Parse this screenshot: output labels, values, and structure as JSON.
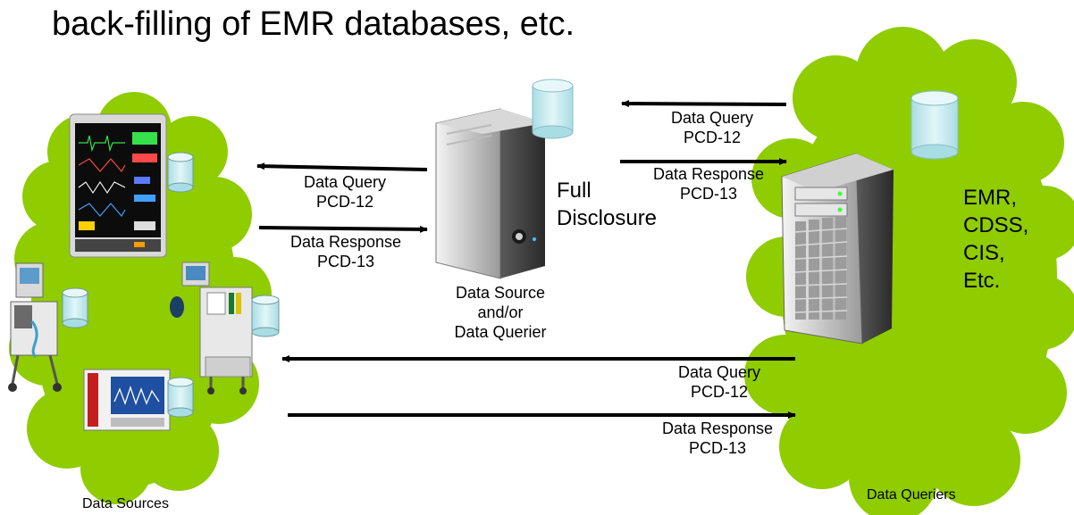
{
  "title": "back-filling of EMR databases, etc.",
  "center": {
    "full_disclosure": [
      "Full",
      "Disclosure"
    ],
    "caption": [
      "Data Source",
      "and/or",
      "Data Querier"
    ]
  },
  "left_link": {
    "query": [
      "Data Query",
      "PCD-12"
    ],
    "response": [
      "Data Response",
      "PCD-13"
    ]
  },
  "right_link": {
    "query": [
      "Data Query",
      "PCD-12"
    ],
    "response": [
      "Data Response",
      "PCD-13"
    ]
  },
  "bottom_link": {
    "query": [
      "Data Query",
      "PCD-12"
    ],
    "response": [
      "Data Response",
      "PCD-13"
    ]
  },
  "queriers": {
    "systems": [
      "EMR,",
      "CDSS,",
      "CIS,",
      "Etc."
    ],
    "caption": "Data Queriers"
  },
  "sources": {
    "caption": "Data Sources"
  },
  "colors": {
    "cloud": "#8fcc00",
    "cylinder": "#cfeef2",
    "arrow": "#000000"
  }
}
